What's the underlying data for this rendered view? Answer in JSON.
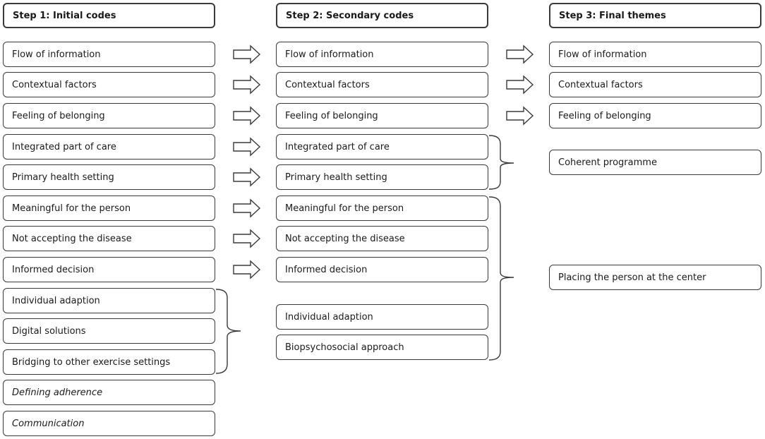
{
  "headers": {
    "step1": "Step 1: Initial codes",
    "step2": "Step 2: Secondary codes",
    "step3": "Step 3: Final themes"
  },
  "step1": [
    "Flow of information",
    "Contextual factors",
    "Feeling of belonging",
    "Integrated part of care",
    "Primary health setting",
    "Meaningful for the person",
    "Not accepting the disease",
    "Informed decision",
    "Individual adaption",
    "Digital solutions",
    "Bridging to other exercise settings",
    "Defining adherence",
    "Communication"
  ],
  "step2": [
    "Flow of information",
    "Contextual factors",
    "Feeling of belonging",
    "Integrated part of care",
    "Primary health setting",
    "Meaningful for the person",
    "Not accepting the disease",
    "Informed decision",
    "Individual adaption",
    "Biopsychosocial approach"
  ],
  "step3": [
    "Flow of information",
    "Contextual factors",
    "Feeling of belonging",
    "Coherent programme",
    "Placing the person at the center"
  ]
}
